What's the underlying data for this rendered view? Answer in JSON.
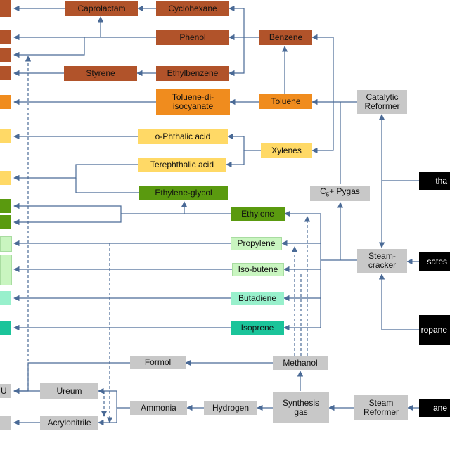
{
  "nodes": {
    "caprolactam": "Caprolactam",
    "cyclohexane": "Cyclohexane",
    "phenol": "Phenol",
    "benzene": "Benzene",
    "styrene": "Styrene",
    "ethylbenzene": "Ethylbenzene",
    "toluene_di_isocyanate_1": "Toluene-di-",
    "toluene_di_isocyanate_2": "isocyanate",
    "toluene": "Toluene",
    "catalytic_reformer_1": "Catalytic",
    "catalytic_reformer_2": "Reformer",
    "o_phthalic_acid": "o-Phthalic acid",
    "xylenes": "Xylenes",
    "terephthalic_acid": "Terephthalic acid",
    "ethylene_glycol": "Ethylene-glycol",
    "c5_pygas_prefix": "C",
    "c5_pygas_sub": "5",
    "c5_pygas_suffix": "+ Pygas",
    "ethylene": "Ethylene",
    "propylene": "Propylene",
    "steam_cracker_1": "Steam-",
    "steam_cracker_2": "cracker",
    "iso_butene": "Iso-butene",
    "butadiene": "Butadiene",
    "isoprene": "Isoprene",
    "formol": "Formol",
    "methanol": "Methanol",
    "ureum": "Ureum",
    "synthesis_gas_1": "Synthesis",
    "synthesis_gas_2": "gas",
    "steam_reformer_1": "Steam",
    "steam_reformer_2": "Reformer",
    "ammonia": "Ammonia",
    "hydrogen": "Hydrogen",
    "acrylonitrile": "Acrylonitrile",
    "feed_naphtha": "tha",
    "feed_condensates": "sates",
    "feed_propane": "ropane",
    "feed_methane": "ane",
    "left_edge_u": "U"
  },
  "colors": {
    "brown": "#b1532a",
    "orange": "#f08c1e",
    "yellow": "#ffd966",
    "green": "#5a9a0f",
    "light_green": "#c9f5c0",
    "mint": "#98f0cc",
    "teal": "#1bc49a",
    "grey": "#c8c8c8",
    "line": "#4a6a96"
  }
}
